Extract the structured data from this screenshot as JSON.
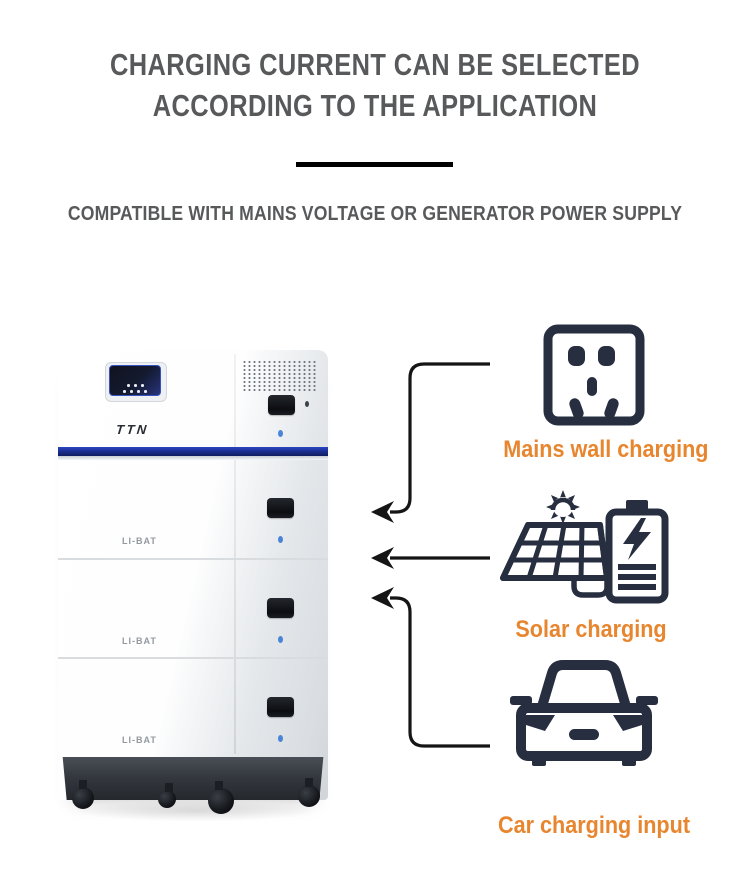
{
  "header": {
    "title_line1": "CHARGING CURRENT CAN BE SELECTED",
    "title_line2": "ACCORDING TO THE APPLICATION",
    "subtitle": "COMPATIBLE WITH MAINS VOLTAGE OR GENERATOR POWER SUPPLY"
  },
  "product": {
    "brand": "TTN",
    "module_label": "LI-BAT"
  },
  "charging_options": [
    {
      "label": "Mains wall charging",
      "icon": "wall-socket-icon"
    },
    {
      "label": "Solar charging",
      "icon": "solar-panel-battery-icon"
    },
    {
      "label": "Car charging input",
      "icon": "car-icon"
    }
  ],
  "colors": {
    "accent_orange": "#E8862F",
    "icon_navy": "#262E3F",
    "heading_gray": "#58595B",
    "stripe_blue": "#1B2F94",
    "arrow_black": "#151515"
  }
}
